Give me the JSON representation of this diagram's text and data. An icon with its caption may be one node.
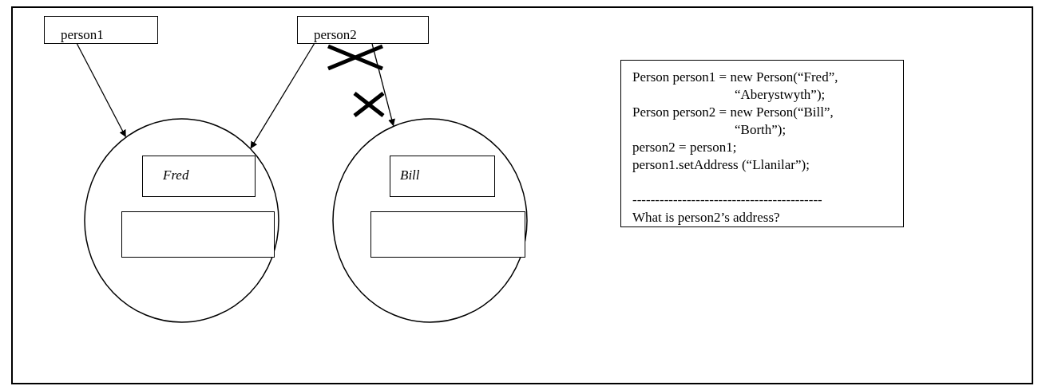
{
  "diagram": {
    "nodes": [
      {
        "text": [
          "person1"
        ]
      },
      {
        "text": [
          "person2"
        ]
      },
      {
        "text": [],
        "shape": "circle"
      },
      {
        "text": [
          "Fred"
        ],
        "in": 2
      },
      {
        "text": [],
        "shape": "box",
        "in": 2
      },
      {
        "text": [],
        "shape": "circle"
      },
      {
        "text": [
          "Bill"
        ],
        "in": 5
      },
      {
        "text": [],
        "shape": "box",
        "in": 5
      },
      {
        "text": [
          "Person person1 = new Person(“Fred”, “Aberystwyth”);",
          "Person person2 = new Person(“Bill”, “Borth”);",
          "person2 = person1;",
          "person1.setAddress (“Llanilar”);",
          "------------------------------------------",
          "What is person2’s address?"
        ]
      }
    ],
    "edges": [
      {
        "from": 0,
        "to": 2,
        "arrow": "to"
      },
      {
        "from": 1,
        "to": 2,
        "arrow": "to"
      },
      {
        "from": 1,
        "to": 5,
        "arrow": "to"
      }
    ]
  }
}
